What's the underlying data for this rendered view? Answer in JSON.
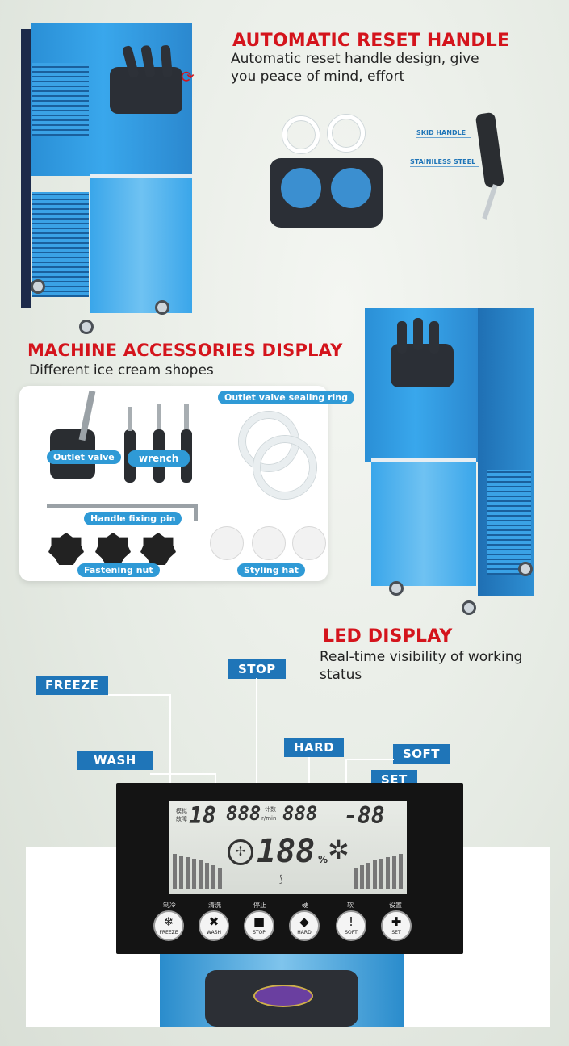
{
  "section1": {
    "title": "AUTOMATIC RESET HANDLE",
    "subtitle": "Automatic reset handle design, give you peace of mind, effort",
    "label_skid": "SKID HANDLE",
    "label_steel": "STAINILESS STEEL"
  },
  "section2": {
    "title": "MACHINE ACCESSORIES DISPLAY",
    "subtitle": "Different ice cream shopes",
    "items": {
      "outlet_valve": "Outlet valve",
      "wrench": "wrench",
      "sealing_ring": "Outlet valve sealing ring",
      "fixing_pin": "Handle fixing pin",
      "fastening_nut": "Fastening nut",
      "styling_hat": "Styling hat"
    }
  },
  "section3": {
    "title": "LED DISPLAY",
    "subtitle": "Real-time visibility of working status",
    "labels": {
      "freeze": "FREEZE",
      "stop": "STOP",
      "wash": "WASH",
      "hard": "HARD",
      "soft": "SOFT",
      "set": "SET"
    },
    "lcd": {
      "left_small_1": "模拟",
      "left_small_2": "故障",
      "digits_a": "18",
      "digits_b": "888",
      "count_label": "计数",
      "rpm_label": "r/min",
      "digits_c": "888",
      "digits_d": "-88",
      "center": "188",
      "percent": "%"
    },
    "buttons": [
      {
        "cn": "制冷",
        "en": "FREEZE",
        "icon": "❄"
      },
      {
        "cn": "清洗",
        "en": "WASH",
        "icon": "✖"
      },
      {
        "cn": "停止",
        "en": "STOP",
        "icon": "■"
      },
      {
        "cn": "硬",
        "en": "HARD",
        "icon": "◆"
      },
      {
        "cn": "软",
        "en": "SOFT",
        "icon": "!"
      },
      {
        "cn": "设置",
        "en": "SET",
        "icon": "✚"
      }
    ],
    "accent": "#1f75b8"
  }
}
